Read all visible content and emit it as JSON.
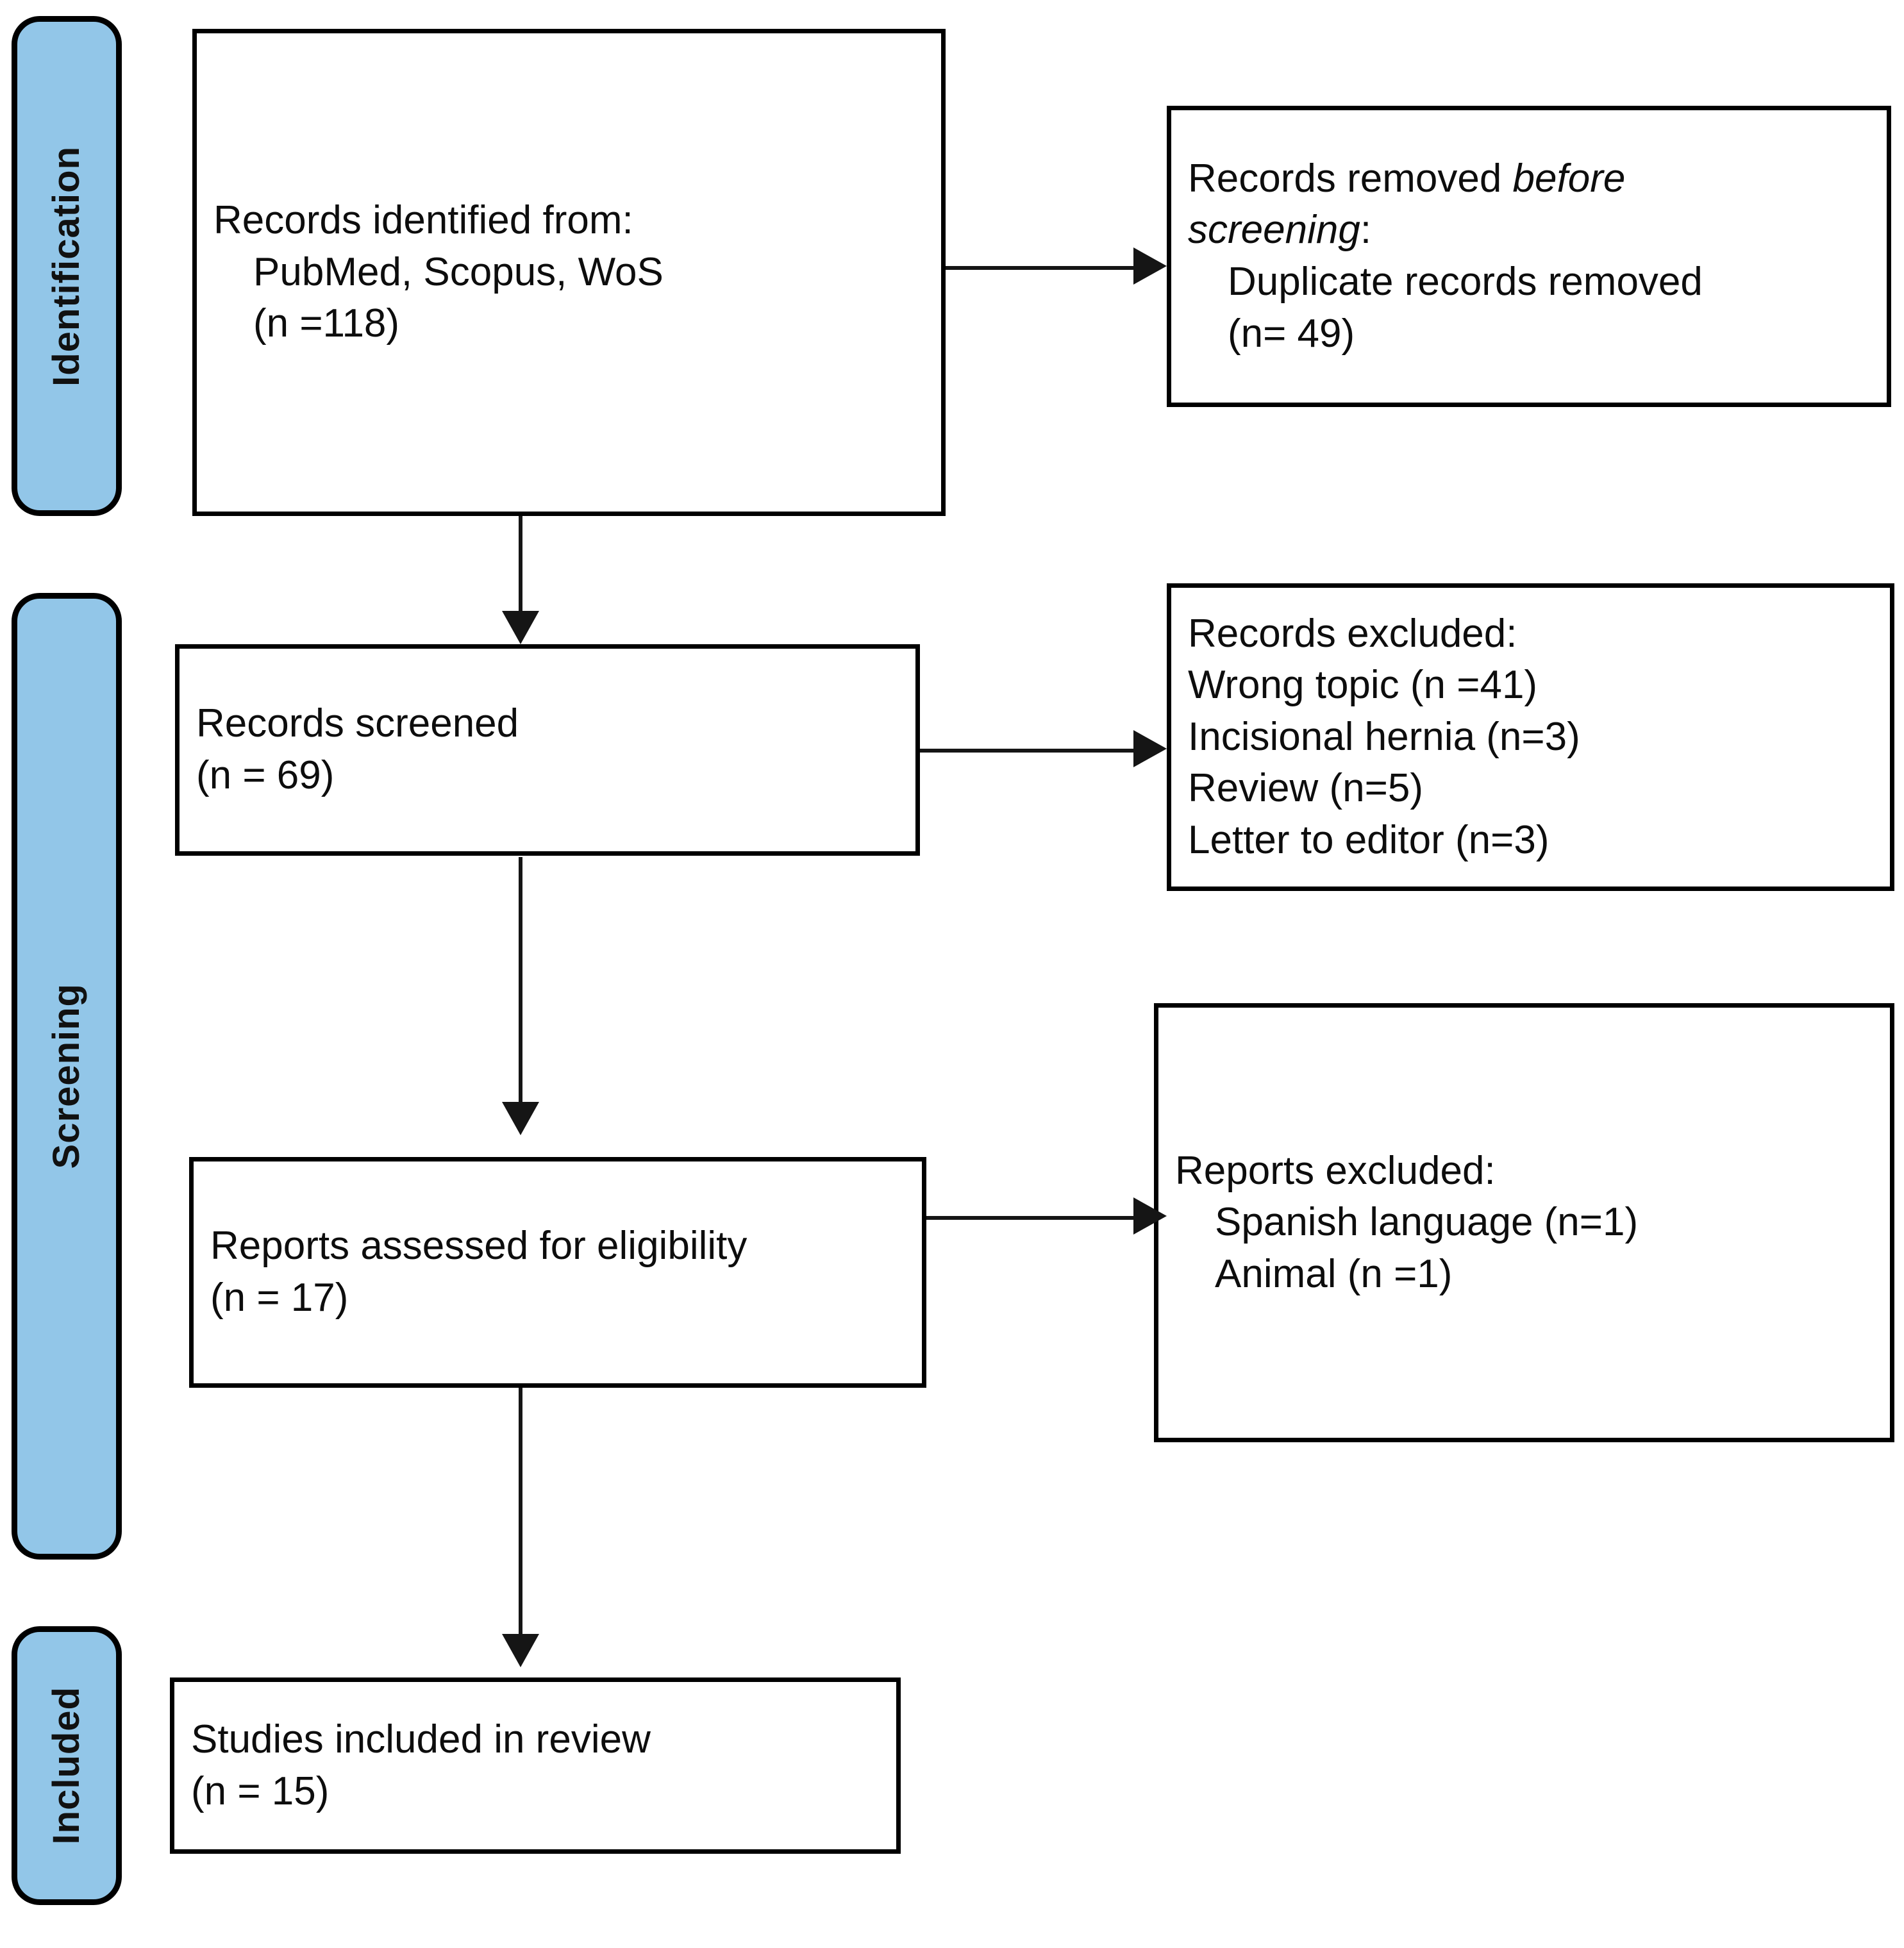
{
  "diagram": {
    "title": "PRISMA 2020 flow diagram",
    "accent_color": "#92C6E8",
    "line_color": "#151515",
    "box_border_color": "#000000",
    "box_fill_color": "#ffffff"
  },
  "stages": [
    {
      "id": "identification",
      "label": "Identification"
    },
    {
      "id": "screening",
      "label": "Screening"
    },
    {
      "id": "included",
      "label": "Included"
    }
  ],
  "boxes": {
    "records_identified": {
      "lines": [
        {
          "text": "Records identified from:",
          "indent": false
        },
        {
          "text": "PubMed, Scopus, WoS",
          "indent": true
        },
        {
          "text": "(n =118)",
          "indent": true
        }
      ]
    },
    "records_removed": {
      "lines": [
        {
          "text": "Records removed ",
          "italic_tail": "before",
          "indent": false
        },
        {
          "text": "",
          "italic_lead": "screening",
          "tail": ":",
          "indent": false
        },
        {
          "text": "Duplicate records removed",
          "indent": true
        },
        {
          "text": "(n= 49)",
          "indent": true
        }
      ]
    },
    "records_screened": {
      "lines": [
        {
          "text": "Records screened",
          "indent": false
        },
        {
          "text": "(n = 69)",
          "indent": false
        }
      ]
    },
    "records_excluded": {
      "lines": [
        {
          "text": "Records excluded:",
          "indent": false
        },
        {
          "text": "Wrong topic (n =41)",
          "indent": false
        },
        {
          "text": "Incisional hernia (n=3)",
          "indent": false
        },
        {
          "text": "Review (n=5)",
          "indent": false
        },
        {
          "text": "Letter to editor (n=3)",
          "indent": false
        }
      ]
    },
    "reports_assessed": {
      "lines": [
        {
          "text": "Reports assessed for eligibility",
          "indent": false
        },
        {
          "text": "(n = 17)",
          "indent": false
        }
      ]
    },
    "reports_excluded": {
      "lines": [
        {
          "text": "Reports excluded:",
          "indent": false
        },
        {
          "text": "Spanish language (n=1)",
          "indent": true
        },
        {
          "text": "Animal (n =1)",
          "indent": true
        }
      ]
    },
    "studies_included": {
      "lines": [
        {
          "text": "Studies included in review",
          "indent": false
        },
        {
          "text": "(n = 15)",
          "indent": false
        }
      ]
    }
  },
  "text": {
    "records_identified_l1": "Records identified from:",
    "records_identified_l2": "PubMed, Scopus, WoS",
    "records_identified_l3": "(n =118)",
    "records_removed_l1a": "Records removed ",
    "records_removed_l1b": "before",
    "records_removed_l2a": "screening",
    "records_removed_l2b": ":",
    "records_removed_l3": "Duplicate records removed",
    "records_removed_l4": "(n= 49)",
    "records_screened_l1": "Records screened",
    "records_screened_l2": "(n = 69)",
    "records_excluded_l1": "Records excluded:",
    "records_excluded_l2": "Wrong topic (n =41)",
    "records_excluded_l3": "Incisional hernia (n=3)",
    "records_excluded_l4": "Review (n=5)",
    "records_excluded_l5": "Letter to editor (n=3)",
    "reports_assessed_l1": "Reports assessed for eligibility",
    "reports_assessed_l2": "(n = 17)",
    "reports_excluded_l1": "Reports excluded:",
    "reports_excluded_l2": "Spanish language (n=1)",
    "reports_excluded_l3": "Animal (n =1)",
    "studies_included_l1": "Studies included in review",
    "studies_included_l2": "(n = 15)",
    "stage_identification": "Identification",
    "stage_screening": "Screening",
    "stage_included": "Included"
  }
}
